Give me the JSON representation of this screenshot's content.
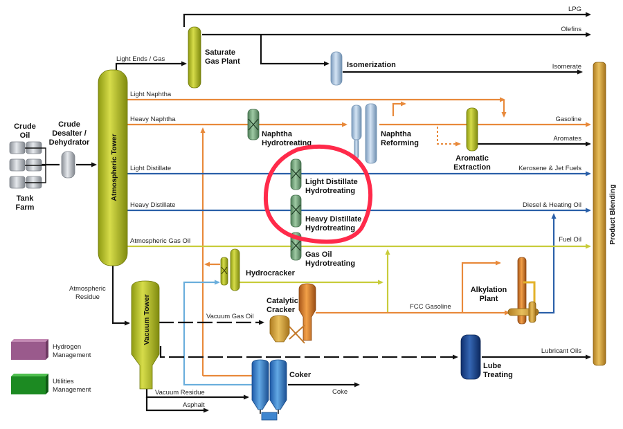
{
  "diagram": {
    "tank_farm": {
      "title": [
        "Crude",
        "Oil"
      ],
      "subtitle": [
        "Tank",
        "Farm"
      ]
    },
    "desalter": [
      "Crude",
      "Desalter /",
      "Dehydrator"
    ],
    "atmospheric_tower": "Atmospheric Tower",
    "vacuum_tower": "Vacuum Tower",
    "product_blending": "Product Blending",
    "saturate_gas_plant": [
      "Saturate",
      "Gas Plant"
    ],
    "isomerization": "Isomerization",
    "naphtha_hydrotreating": [
      "Naphtha",
      "Hydrotreating"
    ],
    "naphtha_reforming": [
      "Naphtha",
      "Reforming"
    ],
    "aromatic_extraction": [
      "Aromatic",
      "Extraction"
    ],
    "light_distillate_hydrotreating": [
      "Light Distillate",
      "Hydrotreating"
    ],
    "heavy_distillate_hydrotreating": [
      "Heavy Distillate",
      "Hydrotreating"
    ],
    "gas_oil_hydrotreating": [
      "Gas Oil",
      "Hydrotreating"
    ],
    "hydrocracker": "Hydrocracker",
    "catalytic_cracker": [
      "Catalytic",
      "Cracker"
    ],
    "alkylation_plant": [
      "Alkylation",
      "Plant"
    ],
    "lube_treating": [
      "Lube",
      "Treating"
    ],
    "coker": "Coker",
    "streams": {
      "light_ends_gas": "Light Ends / Gas",
      "light_naphtha": "Light Naphtha",
      "heavy_naphtha": "Heavy Naphtha",
      "light_distillate": "Light Distillate",
      "heavy_distillate": "Heavy Distillate",
      "atmospheric_gas_oil": "Atmospheric Gas Oil",
      "atmospheric_residue": [
        "Atmospheric",
        "Residue"
      ],
      "vacuum_gas_oil": "Vacuum Gas Oil",
      "vacuum_residue": "Vacuum Residue",
      "asphalt": "Asphalt",
      "coke": "Coke",
      "fcc_gasoline": "FCC Gasoline"
    },
    "products": {
      "lpg": "LPG",
      "olefins": "Olefins",
      "isomerate": "Isomerate",
      "gasoline": "Gasoline",
      "aromates": "Aromates",
      "kerosene": "Kerosene & Jet Fuels",
      "diesel": "Diesel & Heating Oil",
      "fuel_oil": "Fuel Oil",
      "lubricant_oils": "Lubricant Oils"
    },
    "legend": {
      "hydrogen": [
        "Hydrogen",
        "Management"
      ],
      "utilities": [
        "Utilities",
        "Management"
      ]
    },
    "colors": {
      "black": "#111111",
      "orange": "#e8893a",
      "blue": "#2a5fa8",
      "lightblue": "#6aaedc",
      "yellowgreen": "#c8cc3a",
      "highlight": "#ff2a4a"
    }
  }
}
